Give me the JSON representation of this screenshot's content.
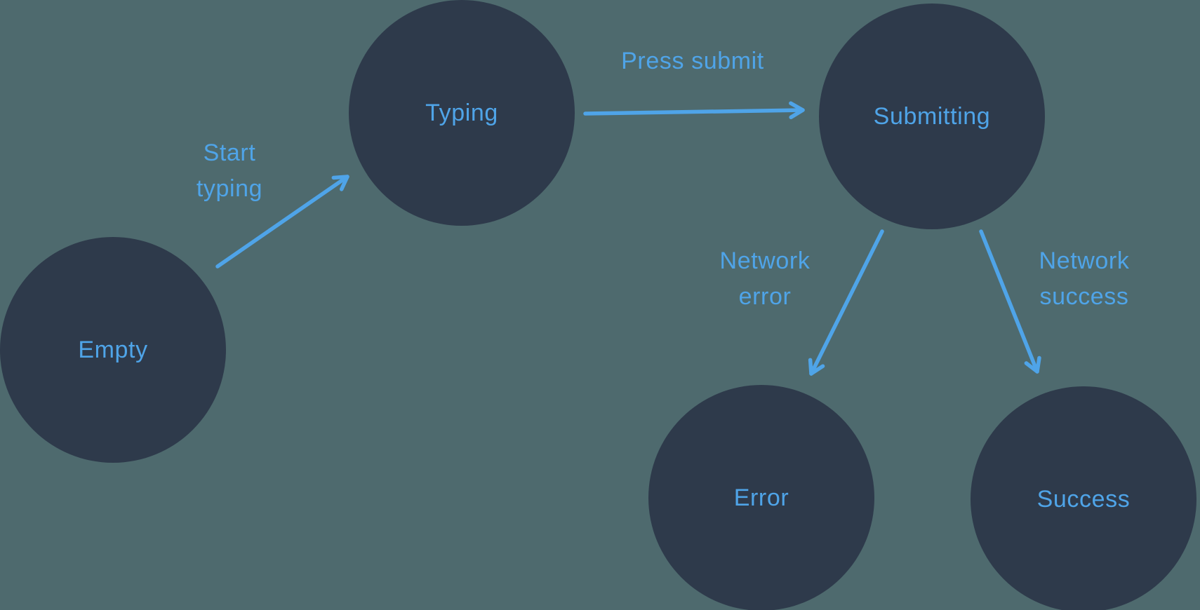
{
  "diagram": {
    "type": "state-machine",
    "colors": {
      "background": "#4e6a6e",
      "node_fill": "#2e3a4b",
      "accent": "#4fa4e8"
    },
    "states": [
      {
        "id": "empty",
        "label": "Empty"
      },
      {
        "id": "typing",
        "label": "Typing"
      },
      {
        "id": "submitting",
        "label": "Submitting"
      },
      {
        "id": "error",
        "label": "Error"
      },
      {
        "id": "success",
        "label": "Success"
      }
    ],
    "transitions": [
      {
        "from": "empty",
        "to": "typing",
        "label": "Start typing"
      },
      {
        "from": "typing",
        "to": "submitting",
        "label": "Press submit"
      },
      {
        "from": "submitting",
        "to": "error",
        "label": "Network error"
      },
      {
        "from": "submitting",
        "to": "success",
        "label": "Network success"
      }
    ]
  }
}
